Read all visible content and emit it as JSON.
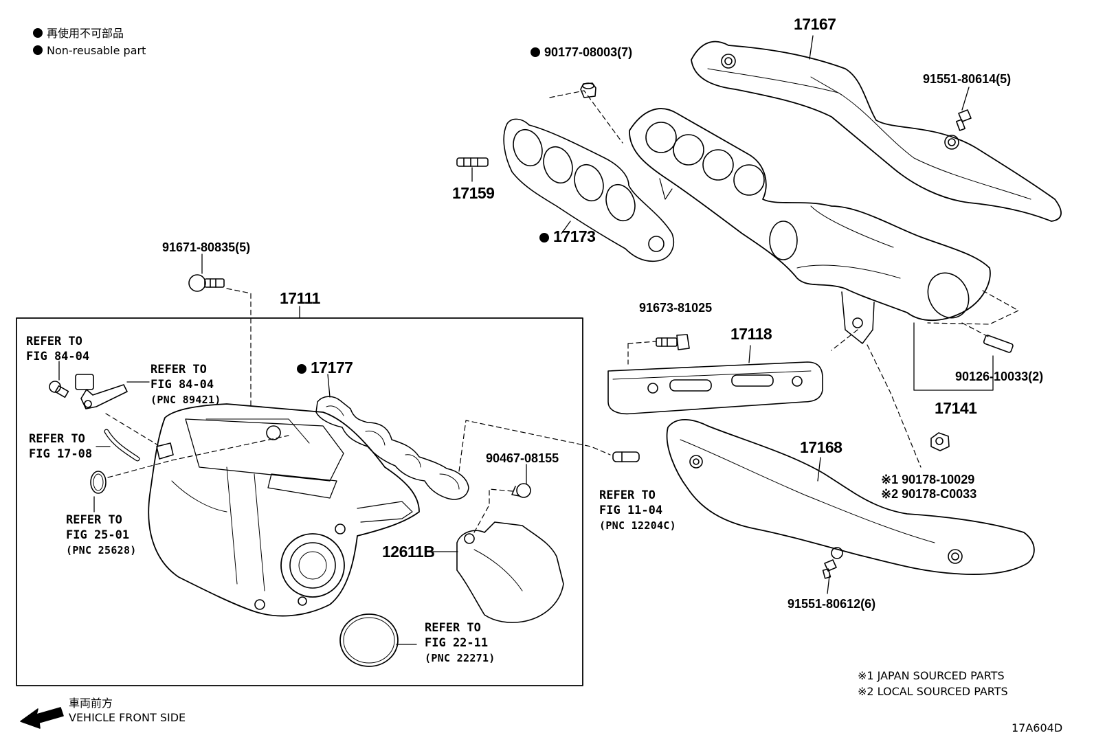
{
  "legend": {
    "line_ja": "再使用不可部品",
    "line_en": "Non-reusable part"
  },
  "parts": {
    "p17167": "17167",
    "p90177": "90177-08003(7)",
    "p91551a": "91551-80614(5)",
    "p17159": "17159",
    "p17173": "17173",
    "p91671": "91671-80835(5)",
    "p17111": "17111",
    "p91673": "91673-81025",
    "p17118": "17118",
    "p90126": "90126-10033(2)",
    "p17141": "17141",
    "p17177": "17177",
    "p17168": "17168",
    "p90467": "90467-08155",
    "p12611b": "12611B",
    "p90178a": "90178-10029",
    "p90178b": "90178-C0033",
    "p91551b": "91551-80612(6)"
  },
  "refs": {
    "r8404a": {
      "l1": "REFER TO",
      "l2": "FIG 84-04"
    },
    "r8404b": {
      "l1": "REFER TO",
      "l2": "FIG 84-04",
      "pnc": "(PNC 89421)"
    },
    "r1708": {
      "l1": "REFER TO",
      "l2": "FIG 17-08"
    },
    "r2501": {
      "l1": "REFER TO",
      "l2": "FIG 25-01",
      "pnc": "(PNC 25628)"
    },
    "r1104": {
      "l1": "REFER TO",
      "l2": "FIG 11-04",
      "pnc": "(PNC 12204C)"
    },
    "r2211": {
      "l1": "REFER TO",
      "l2": "FIG 22-11",
      "pnc": "(PNC 22271)"
    }
  },
  "marks": {
    "m1": "※1",
    "m2": "※2"
  },
  "notes": {
    "n1": "※1 JAPAN SOURCED PARTS",
    "n2": "※2 LOCAL SOURCED PARTS"
  },
  "direction": {
    "line_ja": "車両前方",
    "line_en": "VEHICLE FRONT SIDE"
  },
  "figure_code": "17A604D"
}
